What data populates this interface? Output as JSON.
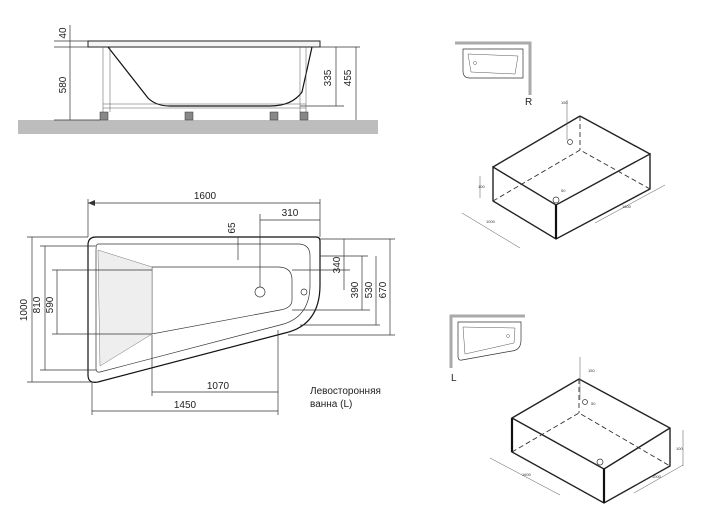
{
  "side_view": {
    "dim_rim": "40",
    "dim_total_height": "580",
    "dim_inner_depth": "335",
    "dim_bath_height": "455"
  },
  "plan_view": {
    "dim_length": "1600",
    "dim_drain_offset": "310",
    "dim_rim_offset": "65",
    "dim_width": "1000",
    "dim_width_inner": "810",
    "dim_basin_inner": "590",
    "dim_right_340": "340",
    "dim_right_390": "390",
    "dim_right_530": "530",
    "dim_right_670": "670",
    "dim_bottom_1070": "1070",
    "dim_bottom_1450": "1450",
    "caption_line1": "Левосторонняя",
    "caption_line2": "ванна (L)"
  },
  "right_variant": {
    "label": "R",
    "box_dims": [
      "150",
      "50",
      "1000",
      "1600",
      "100"
    ]
  },
  "left_variant": {
    "label": "L",
    "box_dims": [
      "150",
      "50",
      "1600",
      "1000",
      "100"
    ]
  }
}
